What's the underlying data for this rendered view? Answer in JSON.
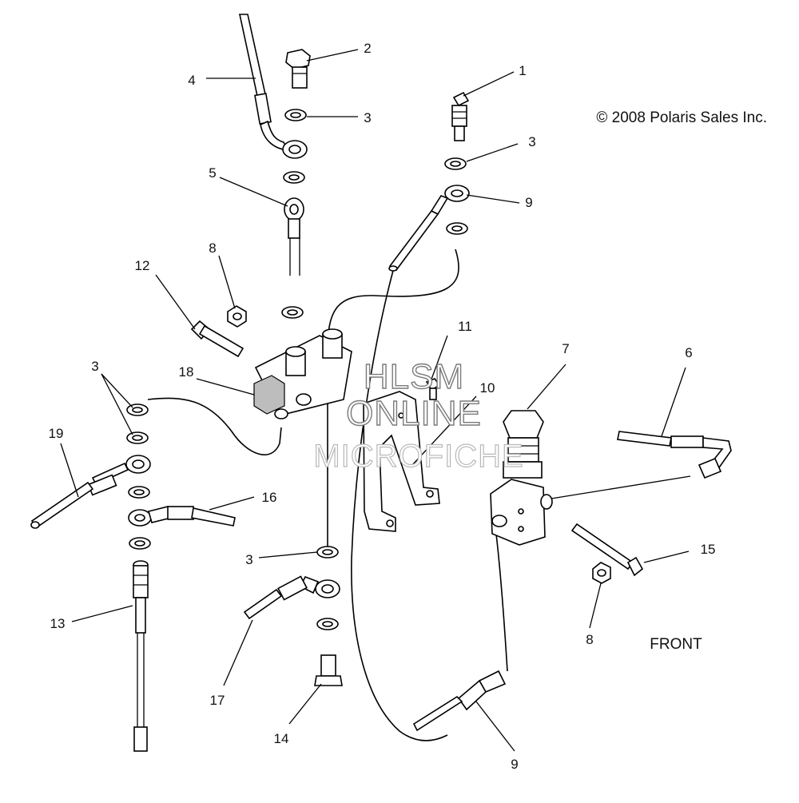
{
  "copyright": "© 2008 Polaris Sales Inc.",
  "front_label": "FRONT",
  "watermark": {
    "line1": "HLSM",
    "line2": "ONLINE",
    "line3": "MICROFICHE"
  },
  "callouts": [
    {
      "id": "c1",
      "label": "1"
    },
    {
      "id": "c2",
      "label": "2"
    },
    {
      "id": "c3a",
      "label": "3"
    },
    {
      "id": "c3b",
      "label": "3"
    },
    {
      "id": "c3c",
      "label": "3"
    },
    {
      "id": "c3d",
      "label": "3"
    },
    {
      "id": "c4",
      "label": "4"
    },
    {
      "id": "c5",
      "label": "5"
    },
    {
      "id": "c6",
      "label": "6"
    },
    {
      "id": "c7",
      "label": "7"
    },
    {
      "id": "c8a",
      "label": "8"
    },
    {
      "id": "c8b",
      "label": "8"
    },
    {
      "id": "c9a",
      "label": "9"
    },
    {
      "id": "c9b",
      "label": "9"
    },
    {
      "id": "c10",
      "label": "10"
    },
    {
      "id": "c11",
      "label": "11"
    },
    {
      "id": "c12",
      "label": "12"
    },
    {
      "id": "c13",
      "label": "13"
    },
    {
      "id": "c14",
      "label": "14"
    },
    {
      "id": "c15",
      "label": "15"
    },
    {
      "id": "c16",
      "label": "16"
    },
    {
      "id": "c17",
      "label": "17"
    },
    {
      "id": "c18",
      "label": "18"
    },
    {
      "id": "c19",
      "label": "19"
    }
  ]
}
